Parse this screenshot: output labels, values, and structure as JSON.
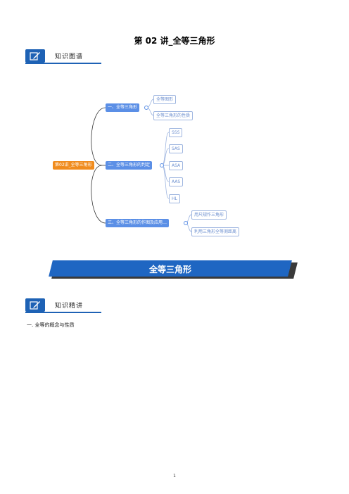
{
  "document": {
    "title": "第 02 讲_全等三角形",
    "page_number": "1"
  },
  "sections": {
    "knowledge_map_label": "知识图谱",
    "knowledge_detail_label": "知识精讲",
    "icon": "pencil-edit-icon"
  },
  "mindmap": {
    "root": "第02讲_全等三角形",
    "branches": [
      {
        "label": "一、全等三角形",
        "leaves": [
          "全等图形",
          "全等三角形的性质"
        ]
      },
      {
        "label": "二、全等三角形的判定",
        "leaves": [
          "SSS",
          "SAS",
          "ASA",
          "AAS",
          "HL"
        ]
      },
      {
        "label": "三、全等三角形的作图及应用…",
        "leaves": [
          "用尺规作三角形",
          "利用三角形全等测距离"
        ]
      }
    ]
  },
  "banner": {
    "text": "全等三角形"
  },
  "body": {
    "section_one": "一. 全等的概念与性质"
  },
  "colors": {
    "accent_blue": "#1e62b5",
    "node_blue": "#5b8fe6",
    "root_orange": "#f08c1e"
  }
}
